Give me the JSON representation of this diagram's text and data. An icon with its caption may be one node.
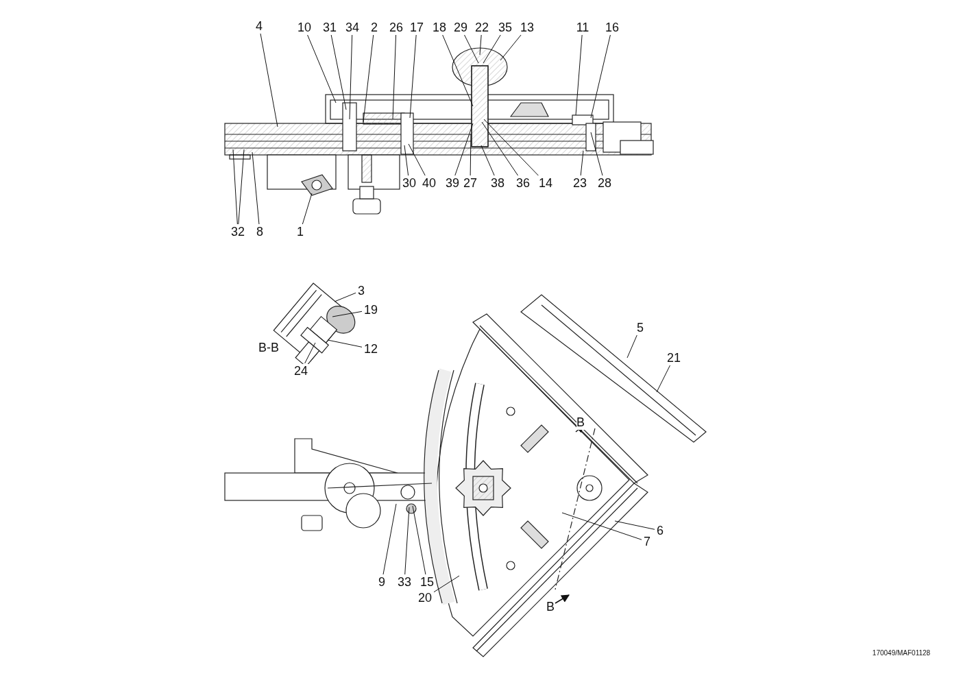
{
  "diagram": {
    "nodes": [
      {
        "text": [
          "4"
        ]
      },
      {
        "text": [
          "10"
        ]
      },
      {
        "text": [
          "31"
        ]
      },
      {
        "text": [
          "34"
        ]
      },
      {
        "text": [
          "2"
        ]
      },
      {
        "text": [
          "26"
        ]
      },
      {
        "text": [
          "17"
        ]
      },
      {
        "text": [
          "18"
        ]
      },
      {
        "text": [
          "29"
        ]
      },
      {
        "text": [
          "22"
        ]
      },
      {
        "text": [
          "35"
        ]
      },
      {
        "text": [
          "13"
        ]
      },
      {
        "text": [
          "11"
        ]
      },
      {
        "text": [
          "16"
        ]
      },
      {
        "text": [
          "30"
        ]
      },
      {
        "text": [
          "40"
        ]
      },
      {
        "text": [
          "39"
        ]
      },
      {
        "text": [
          "27"
        ]
      },
      {
        "text": [
          "38"
        ]
      },
      {
        "text": [
          "36"
        ]
      },
      {
        "text": [
          "14"
        ]
      },
      {
        "text": [
          "23"
        ]
      },
      {
        "text": [
          "28"
        ]
      },
      {
        "text": [
          "32"
        ]
      },
      {
        "text": [
          "8"
        ]
      },
      {
        "text": [
          "1"
        ]
      },
      {
        "text": [
          "3"
        ]
      },
      {
        "text": [
          "19"
        ]
      },
      {
        "text": [
          "12"
        ]
      },
      {
        "text": [
          "24"
        ]
      },
      {
        "text": [
          "5"
        ]
      },
      {
        "text": [
          "21"
        ]
      },
      {
        "text": [
          "6"
        ]
      },
      {
        "text": [
          "7"
        ]
      },
      {
        "text": [
          "9"
        ]
      },
      {
        "text": [
          "33"
        ]
      },
      {
        "text": [
          "15"
        ]
      },
      {
        "text": [
          "20"
        ]
      }
    ],
    "edges": [
      {
        "from": 0,
        "to": null,
        "arrow": "none"
      },
      {
        "from": 1,
        "to": null,
        "arrow": "none"
      },
      {
        "from": 2,
        "to": null,
        "arrow": "none"
      },
      {
        "from": 3,
        "to": null,
        "arrow": "none"
      },
      {
        "from": 4,
        "to": null,
        "arrow": "none"
      },
      {
        "from": 5,
        "to": null,
        "arrow": "none"
      },
      {
        "from": 6,
        "to": null,
        "arrow": "none"
      },
      {
        "from": 7,
        "to": null,
        "arrow": "none"
      },
      {
        "from": 8,
        "to": null,
        "arrow": "none"
      },
      {
        "from": 9,
        "to": null,
        "arrow": "none"
      },
      {
        "from": 10,
        "to": null,
        "arrow": "none"
      },
      {
        "from": 11,
        "to": null,
        "arrow": "none"
      },
      {
        "from": 12,
        "to": null,
        "arrow": "none"
      },
      {
        "from": 13,
        "to": null,
        "arrow": "none"
      },
      {
        "from": 14,
        "to": null,
        "arrow": "none"
      },
      {
        "from": 15,
        "to": null,
        "arrow": "none"
      },
      {
        "from": 16,
        "to": null,
        "arrow": "none"
      },
      {
        "from": 17,
        "to": null,
        "arrow": "none"
      },
      {
        "from": 18,
        "to": null,
        "arrow": "none"
      },
      {
        "from": 19,
        "to": null,
        "arrow": "none"
      },
      {
        "from": 20,
        "to": null,
        "arrow": "none"
      },
      {
        "from": 21,
        "to": null,
        "arrow": "none"
      },
      {
        "from": 22,
        "to": null,
        "arrow": "none"
      },
      {
        "from": 23,
        "to": null,
        "arrow": "none"
      },
      {
        "from": 23,
        "to": null,
        "arrow": "none"
      },
      {
        "from": 24,
        "to": null,
        "arrow": "none"
      },
      {
        "from": 25,
        "to": null,
        "arrow": "none"
      },
      {
        "from": 26,
        "to": null,
        "arrow": "none"
      },
      {
        "from": 27,
        "to": null,
        "arrow": "none"
      },
      {
        "from": 28,
        "to": null,
        "arrow": "none"
      },
      {
        "from": 29,
        "to": null,
        "arrow": "none"
      },
      {
        "from": 30,
        "to": null,
        "arrow": "none"
      },
      {
        "from": 31,
        "to": null,
        "arrow": "none"
      },
      {
        "from": 32,
        "to": null,
        "arrow": "none"
      },
      {
        "from": 33,
        "to": null,
        "arrow": "none"
      },
      {
        "from": 34,
        "to": null,
        "arrow": "none"
      },
      {
        "from": 35,
        "to": null,
        "arrow": "none"
      },
      {
        "from": 36,
        "to": null,
        "arrow": "none"
      },
      {
        "from": 37,
        "to": null,
        "arrow": "none"
      }
    ],
    "labels": [
      "B-B",
      "B",
      "B",
      "170049/MAF01128"
    ]
  }
}
